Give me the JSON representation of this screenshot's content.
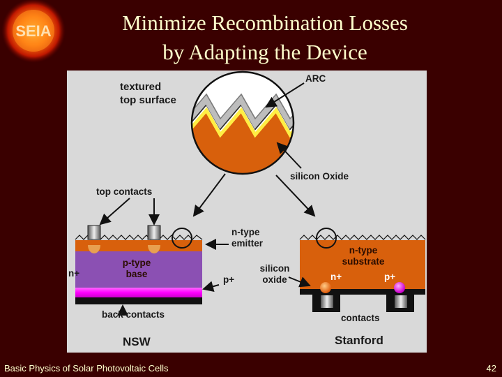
{
  "logo": {
    "text": "SEIA"
  },
  "title": {
    "line1": "Minimize Recombination Losses",
    "line2": "by Adapting the Device"
  },
  "diagram": {
    "labels": {
      "textured_1": "textured",
      "textured_2": "top surface",
      "arc": "ARC",
      "silicon_oxide": "silicon Oxide",
      "top_contacts": "top contacts",
      "ntype_emitter_1": "n-type",
      "ntype_emitter_2": "emitter",
      "n_plus": "n+",
      "ptype_1": "p-type",
      "ptype_2": "base",
      "p_plus": "p+",
      "back_contacts": "back contacts",
      "silicon_oxide2_1": "silicon",
      "silicon_oxide2_2": "oxide",
      "ntype_sub_1": "n-type",
      "ntype_sub_2": "substrate",
      "stanford_n_plus": "n+",
      "stanford_p_plus": "p+",
      "contacts": "contacts",
      "nsw": "NSW",
      "stanford": "Stanford"
    },
    "colors": {
      "orange": "#d8600c",
      "purple": "#8b50b3",
      "magenta": "#ff00ff",
      "grey_arc": "#b8b8b8",
      "yellow_oxide": "#ffee44"
    }
  },
  "footer": {
    "left": "Basic Physics of Solar Photovoltaic Cells",
    "page": "42"
  }
}
